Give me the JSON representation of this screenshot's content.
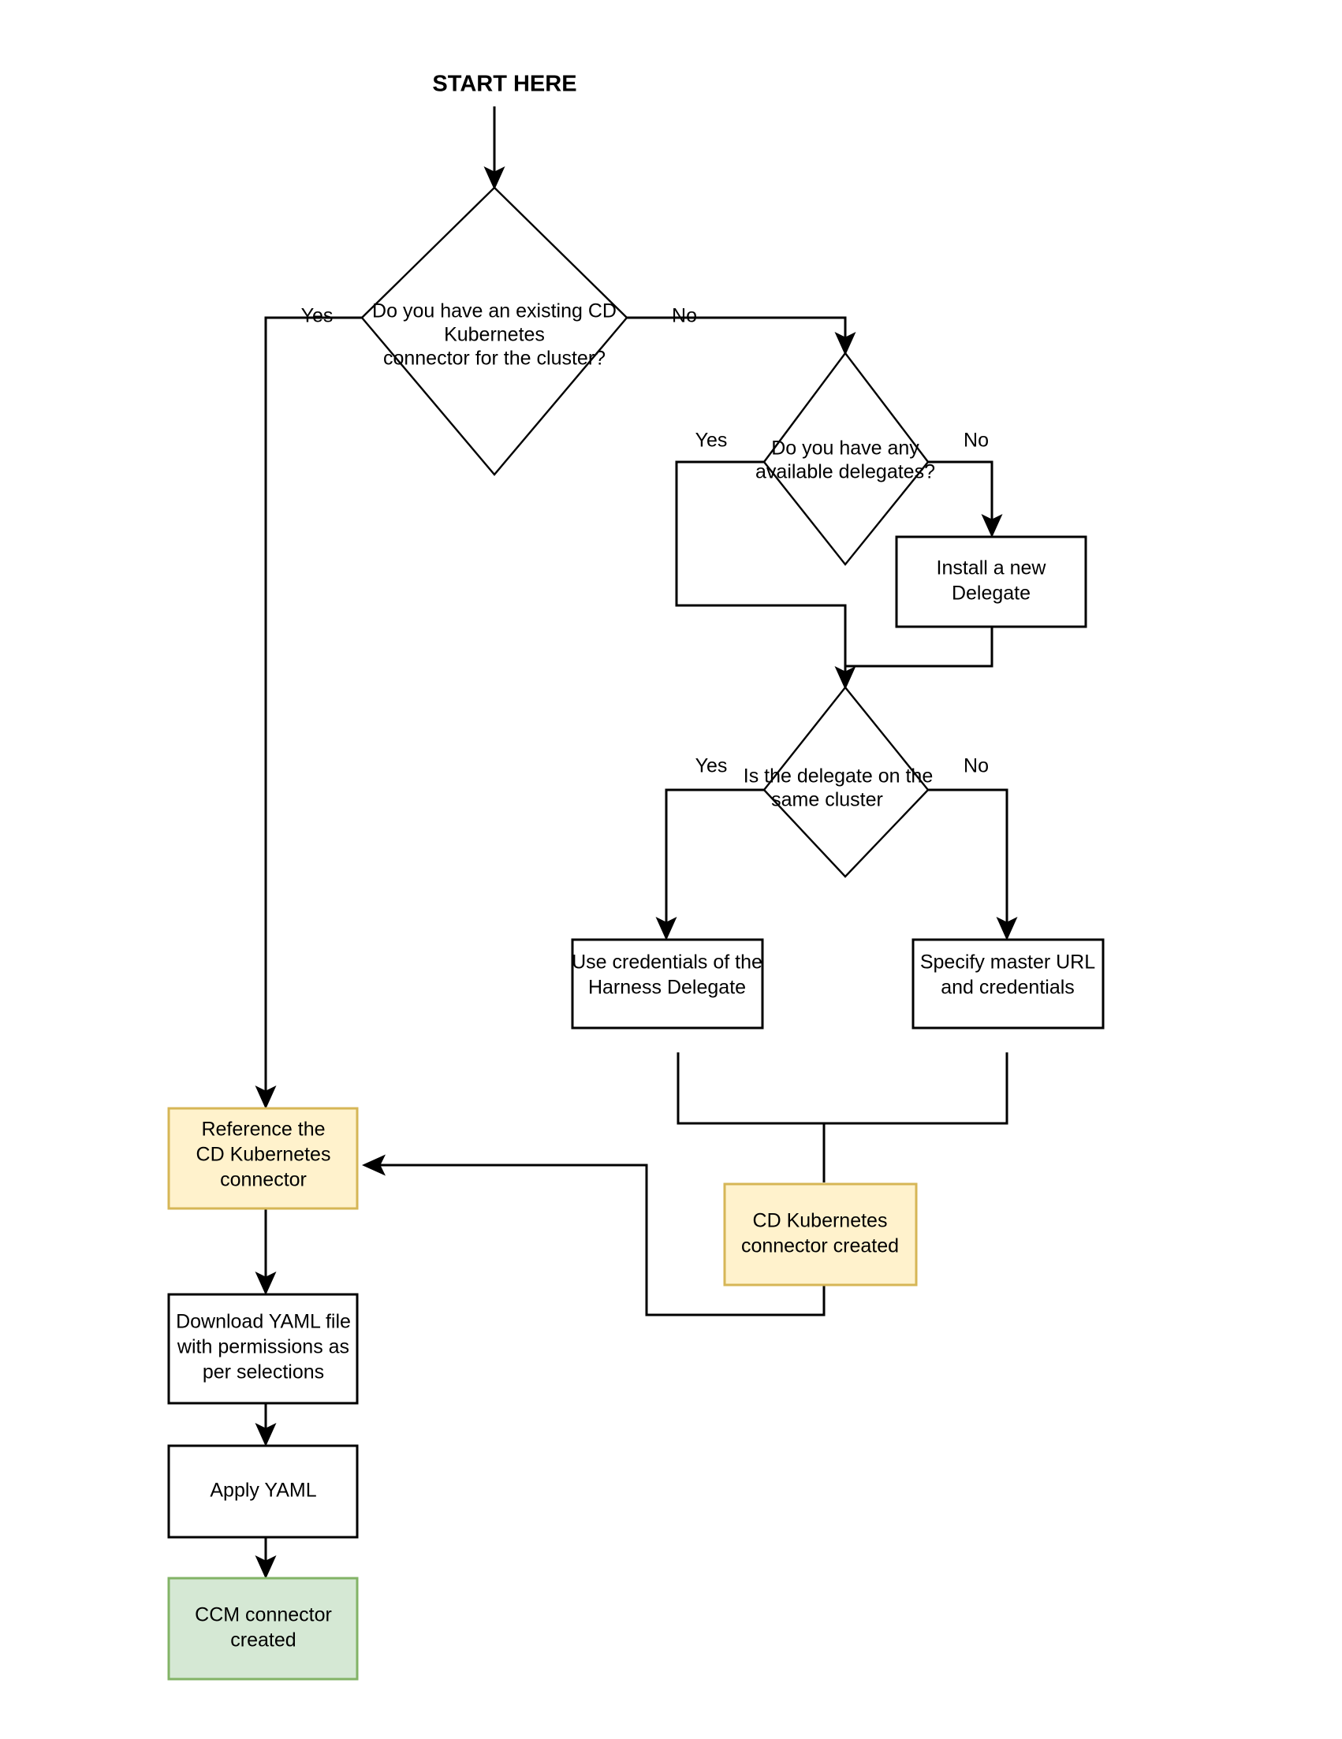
{
  "diagram": {
    "title": "START HERE",
    "type": "flowchart",
    "background_color": "#ffffff",
    "colors": {
      "orange_fill": "#fff2cc",
      "orange_stroke": "#d6b656",
      "green_fill": "#d5e8d4",
      "green_stroke": "#82b366",
      "default_fill": "#ffffff",
      "default_stroke": "#000000",
      "text": "#000000"
    },
    "nodes": [
      {
        "id": "start",
        "shape": "label",
        "text": "START HERE"
      },
      {
        "id": "decision-existing-connector",
        "shape": "diamond",
        "lines": [
          "Do you have an existing CD",
          "Kubernetes",
          "connector for the cluster?"
        ]
      },
      {
        "id": "decision-available-delegates",
        "shape": "diamond",
        "lines": [
          "Do you have any",
          "available delegates?"
        ]
      },
      {
        "id": "install-new-delegate",
        "shape": "rect",
        "lines": [
          "Install a new",
          "Delegate"
        ]
      },
      {
        "id": "decision-delegate-same-cluster",
        "shape": "diamond",
        "lines": [
          "Is the delegate on the",
          "same cluster"
        ]
      },
      {
        "id": "use-harness-delegate-credentials",
        "shape": "rect",
        "lines": [
          "Use credentials of the",
          "Harness Delegate"
        ]
      },
      {
        "id": "specify-master-url",
        "shape": "rect",
        "lines": [
          "Specify master URL",
          "and credentials"
        ]
      },
      {
        "id": "cd-kubernetes-connector-created",
        "shape": "rect",
        "style": "orange",
        "lines": [
          "CD Kubernetes",
          "connector created"
        ]
      },
      {
        "id": "reference-cd-kubernetes-connector",
        "shape": "rect",
        "style": "orange",
        "lines": [
          "Reference the",
          "CD Kubernetes",
          "connector"
        ]
      },
      {
        "id": "download-yaml-file",
        "shape": "rect",
        "lines": [
          "Download YAML file",
          "with permissions as",
          "per selections"
        ]
      },
      {
        "id": "apply-yaml",
        "shape": "rect",
        "lines": [
          "Apply YAML"
        ]
      },
      {
        "id": "ccm-connector-created",
        "shape": "rect",
        "style": "green",
        "lines": [
          "CCM connector",
          "created"
        ]
      }
    ],
    "edge_labels": {
      "existing_yes": "Yes",
      "existing_no": "No",
      "delegates_yes": "Yes",
      "delegates_no": "No",
      "same_cluster_yes": "Yes",
      "same_cluster_no": "No"
    }
  }
}
